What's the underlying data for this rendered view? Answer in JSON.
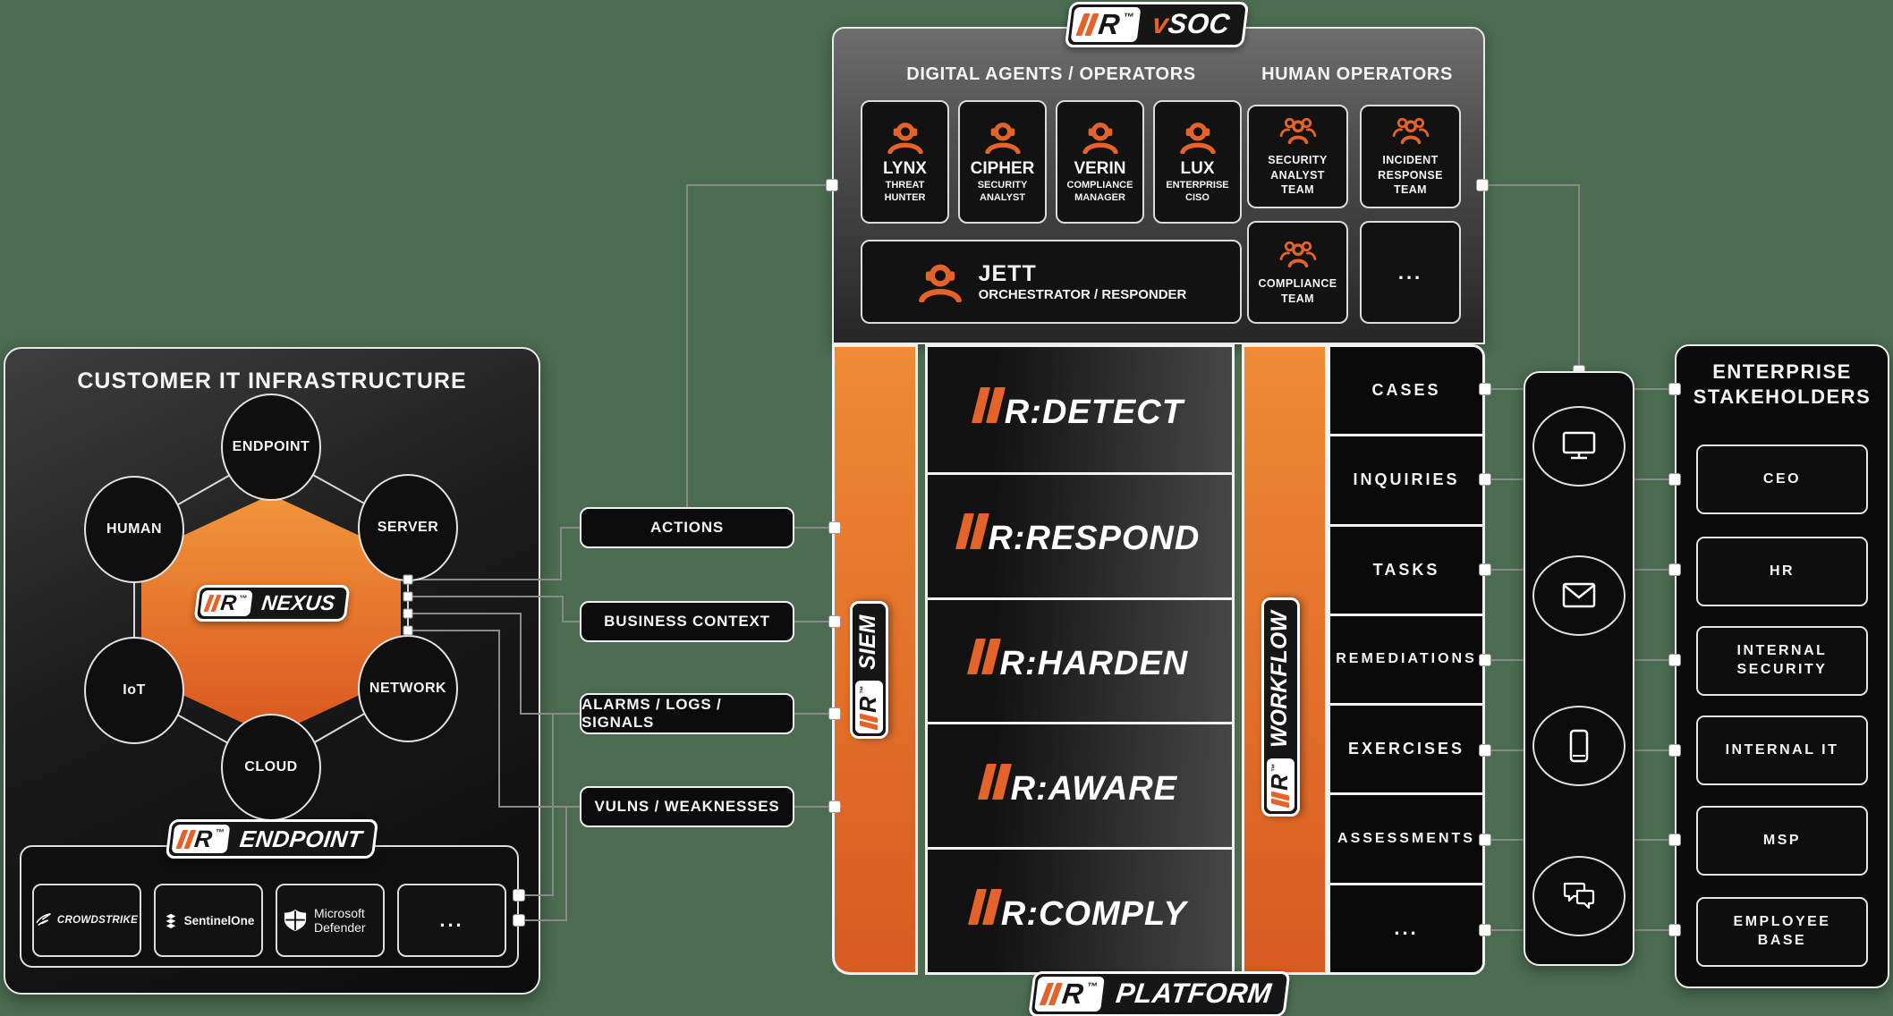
{
  "colors": {
    "background": "#4B6C50",
    "orange": "#E4632A",
    "orange_light": "#F18A38",
    "orange_dark": "#D8571F",
    "panel_black": "#0D0D0D",
    "line_gray": "#8A8A8A",
    "white": "#F4F4F4"
  },
  "brand": {
    "bars": "||",
    "r": "R",
    "tm": "™"
  },
  "infra": {
    "title": "CUSTOMER IT INFRASTRUCTURE",
    "nodes": [
      "ENDPOINT",
      "HUMAN",
      "SERVER",
      "IoT",
      "NETWORK",
      "CLOUD"
    ],
    "nexus": {
      "name": "NEXUS"
    },
    "endpoint": {
      "name": "ENDPOINT",
      "vendors": [
        "CROWDSTRIKE",
        "SentinelOne",
        "Microsoft Defender",
        "..."
      ]
    }
  },
  "flows": {
    "labels": [
      "ACTIONS",
      "BUSINESS CONTEXT",
      "ALARMS / LOGS / SIGNALS",
      "VULNS / WEAKNESSES"
    ]
  },
  "vsoc": {
    "badge": {
      "prefix": "v",
      "rest": "SOC"
    },
    "digital_header": "DIGITAL AGENTS / OPERATORS",
    "human_header": "HUMAN OPERATORS",
    "agents": [
      {
        "name": "LYNX",
        "role": "THREAT HUNTER"
      },
      {
        "name": "CIPHER",
        "role": "SECURITY ANALYST"
      },
      {
        "name": "VERIN",
        "role": "COMPLIANCE MANAGER"
      },
      {
        "name": "LUX",
        "role": "ENTERPRISE CISO"
      }
    ],
    "orchestrator": {
      "name": "JETT",
      "role": "ORCHESTRATOR / RESPONDER"
    },
    "teams": [
      "SECURITY ANALYST TEAM",
      "INCIDENT RESPONSE TEAM",
      "COMPLIANCE TEAM",
      "..."
    ]
  },
  "platform": {
    "badge": "PLATFORM",
    "siem": "SIEM",
    "workflow": "WORKFLOW",
    "modules": [
      ":DETECT",
      ":RESPOND",
      ":HARDEN",
      ":AWARE",
      ":COMPLY"
    ],
    "outputs": [
      "CASES",
      "INQUIRIES",
      "TASKS",
      "REMEDIATIONS",
      "EXERCISES",
      "ASSESSMENTS",
      "..."
    ]
  },
  "channels": {
    "icons": [
      "desktop-monitor",
      "email",
      "mobile-device",
      "chat"
    ]
  },
  "stakeholders": {
    "title": "ENTERPRISE STAKEHOLDERS",
    "items": [
      "CEO",
      "HR",
      "INTERNAL SECURITY",
      "INTERNAL IT",
      "MSP",
      "EMPLOYEE BASE"
    ]
  }
}
